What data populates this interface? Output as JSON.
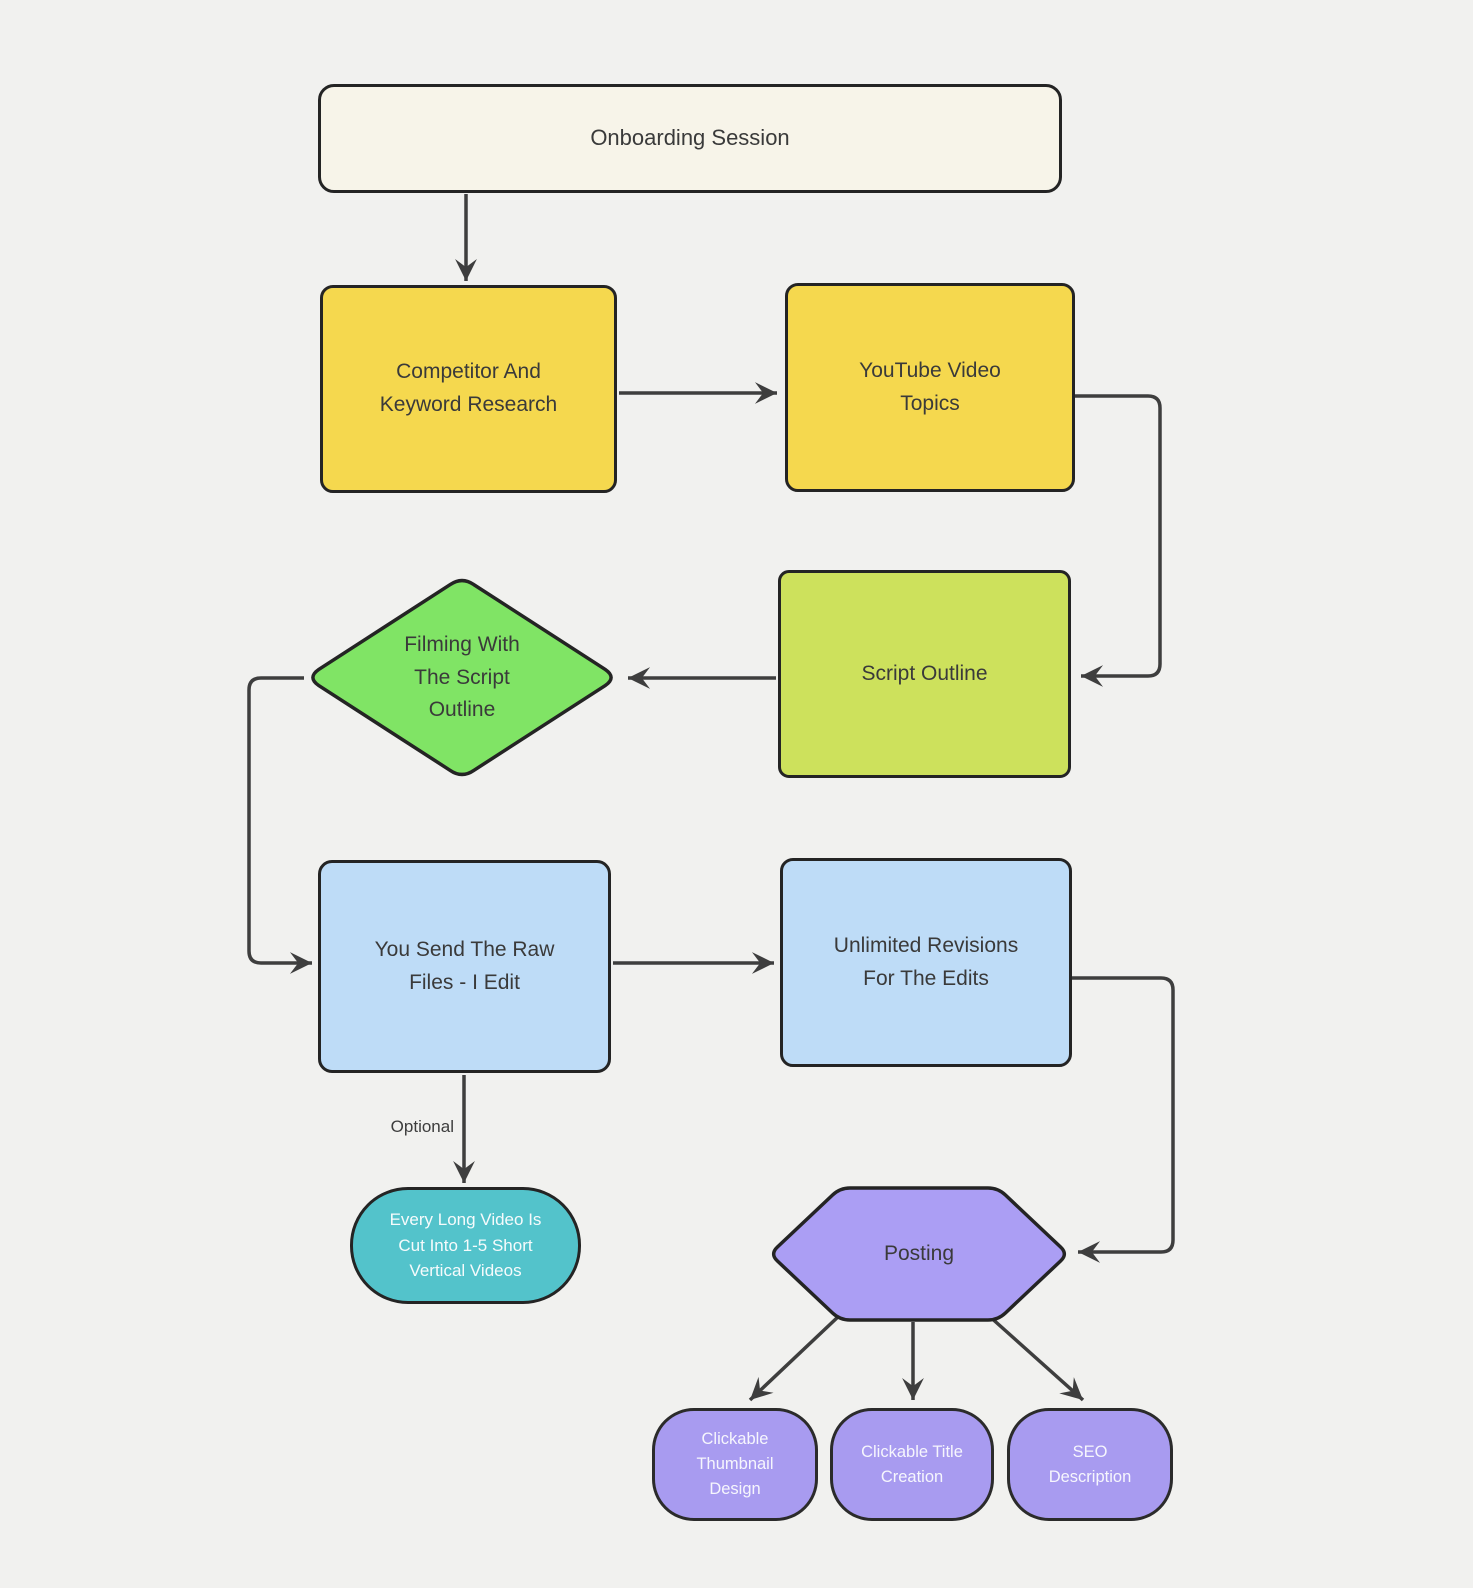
{
  "colors": {
    "background": "#f1f1ef",
    "node_border": "#242424",
    "connector": "#3e3e3e",
    "dark_text": "#3a3a3a",
    "light_text": "#f6fbfc",
    "cream_fill": "#f7f4e9",
    "yellow_fill": "#f5d84e",
    "lime_fill": "#cde15c",
    "green_fill": "#80e465",
    "blue_fill": "#bedcf7",
    "teal_fill": "#53c3cb",
    "hexagon_fill": "#ab9ef4",
    "pill_fill": "#a89bf0"
  },
  "diagram": {
    "nodes": {
      "onboarding": {
        "label": "Onboarding Session",
        "shape": "rounded-rectangle",
        "fill": "#f7f4e9"
      },
      "competitor": {
        "label": "Competitor And Keyword Research",
        "shape": "rounded-rectangle",
        "fill": "#f5d84e"
      },
      "youtube": {
        "label": "YouTube Video Topics",
        "shape": "rounded-rectangle",
        "fill": "#f5d84e"
      },
      "script": {
        "label": "Script Outline",
        "shape": "rounded-rectangle",
        "fill": "#cde15c"
      },
      "filming": {
        "label": "Filming With The Script Outline",
        "shape": "diamond",
        "fill": "#80e465"
      },
      "raw_files": {
        "label": "You Send The Raw Files - I Edit",
        "shape": "rounded-rectangle",
        "fill": "#bedcf7"
      },
      "revisions": {
        "label": "Unlimited Revisions For The Edits",
        "shape": "rounded-rectangle",
        "fill": "#bedcf7"
      },
      "shorts": {
        "label": "Every Long Video Is Cut Into 1-5 Short Vertical Videos",
        "shape": "pill",
        "fill": "#53c3cb"
      },
      "posting": {
        "label": "Posting",
        "shape": "hexagon",
        "fill": "#ab9ef4"
      },
      "thumbnail_design": {
        "label": "Clickable Thumbnail Design",
        "shape": "pill",
        "fill": "#a89bf0"
      },
      "title_creation": {
        "label": "Clickable Title Creation",
        "shape": "pill",
        "fill": "#a89bf0"
      },
      "seo_description": {
        "label": "SEO Description",
        "shape": "pill",
        "fill": "#a89bf0"
      }
    },
    "edges": [
      {
        "from": "onboarding",
        "to": "competitor",
        "label": ""
      },
      {
        "from": "competitor",
        "to": "youtube",
        "label": ""
      },
      {
        "from": "youtube",
        "to": "script",
        "label": ""
      },
      {
        "from": "script",
        "to": "filming",
        "label": ""
      },
      {
        "from": "filming",
        "to": "raw_files",
        "label": ""
      },
      {
        "from": "raw_files",
        "to": "revisions",
        "label": ""
      },
      {
        "from": "raw_files",
        "to": "shorts",
        "label": "Optional"
      },
      {
        "from": "revisions",
        "to": "posting",
        "label": ""
      },
      {
        "from": "posting",
        "to": "thumbnail_design",
        "label": ""
      },
      {
        "from": "posting",
        "to": "title_creation",
        "label": ""
      },
      {
        "from": "posting",
        "to": "seo_description",
        "label": ""
      }
    ],
    "edge_labels": {
      "optional": "Optional"
    }
  }
}
